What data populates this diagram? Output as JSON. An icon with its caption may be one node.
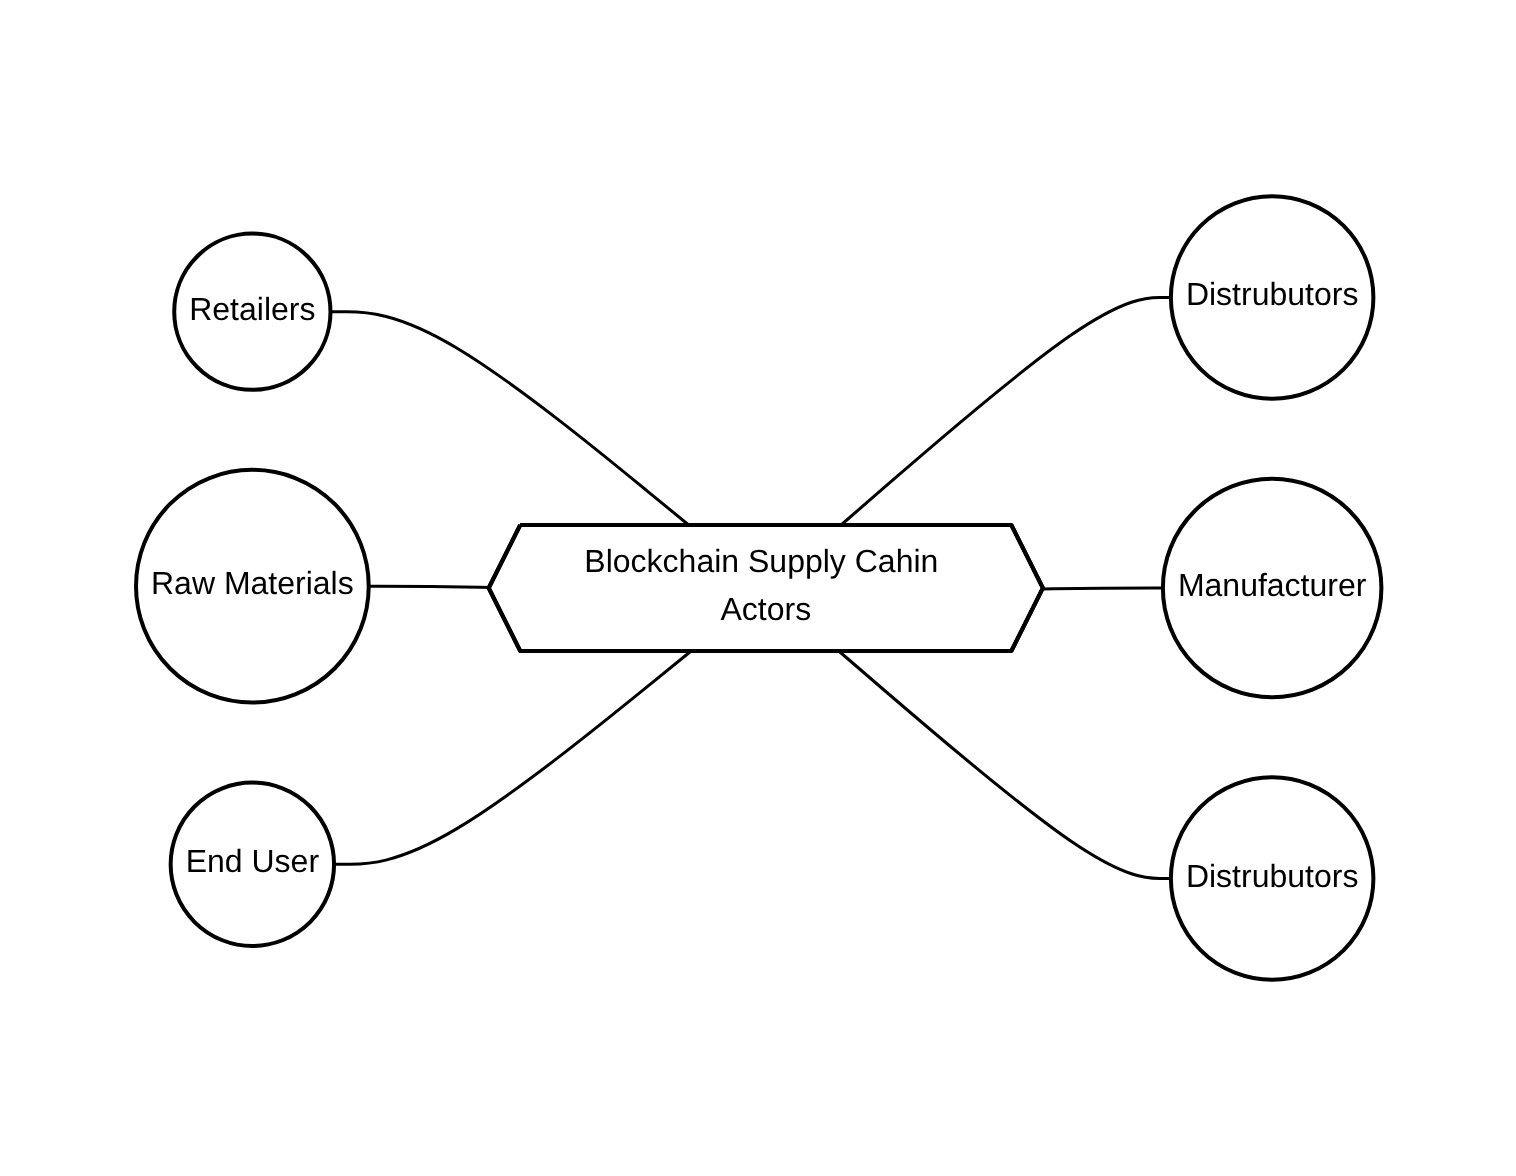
{
  "diagram": {
    "nodes": [
      {
        "text": [
          "Retailers"
        ]
      },
      {
        "text": [
          "Distrubutors"
        ]
      },
      {
        "text": [
          "Raw Materials"
        ]
      },
      {
        "text": [
          "Blockchain Supply Cahin Actors"
        ]
      },
      {
        "text": [
          "Manufacturer"
        ]
      },
      {
        "text": [
          "End User"
        ]
      },
      {
        "text": [
          "Distrubutors"
        ]
      }
    ],
    "edges": [
      {
        "from": 0,
        "to": 3,
        "arrow": "none"
      },
      {
        "from": 3,
        "to": 1,
        "arrow": "none"
      },
      {
        "from": 2,
        "to": 3,
        "arrow": "none"
      },
      {
        "from": 3,
        "to": 4,
        "arrow": "none"
      },
      {
        "from": 5,
        "to": 3,
        "arrow": "none"
      },
      {
        "from": 3,
        "to": 6,
        "arrow": "none"
      }
    ]
  }
}
